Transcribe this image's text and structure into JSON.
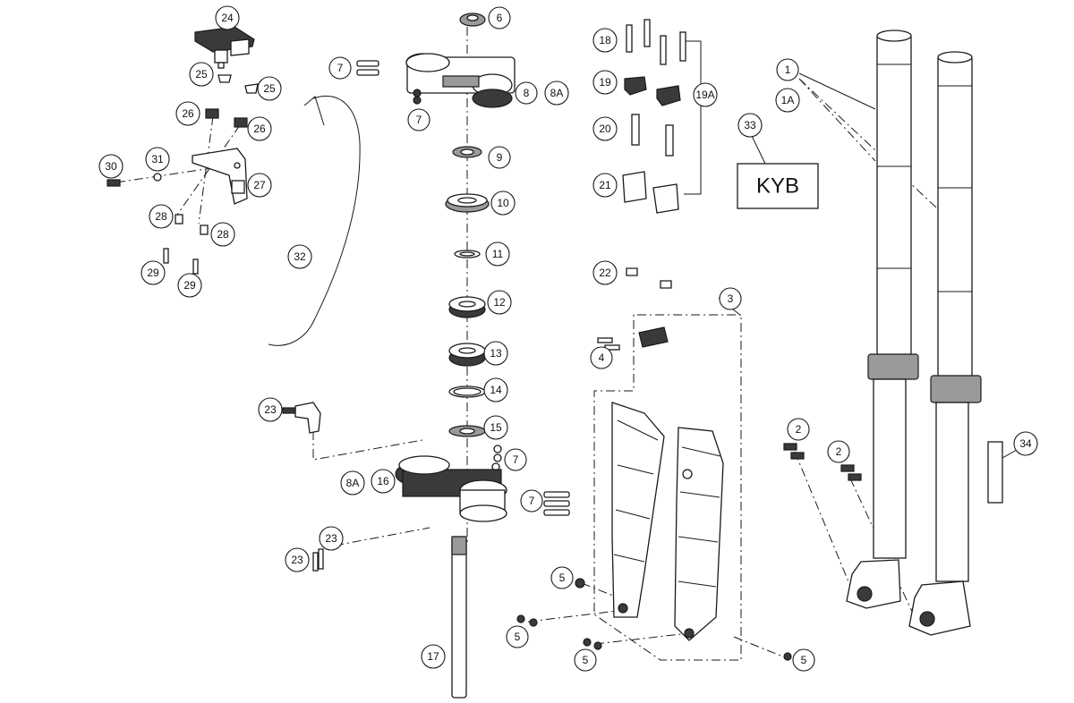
{
  "diagram": {
    "brand_box_label": "KYB",
    "callouts": [
      {
        "id": "c1",
        "label": "1"
      },
      {
        "id": "c1a",
        "label": "1A"
      },
      {
        "id": "c2a",
        "label": "2"
      },
      {
        "id": "c2b",
        "label": "2"
      },
      {
        "id": "c3",
        "label": "3"
      },
      {
        "id": "c4",
        "label": "4"
      },
      {
        "id": "c5a",
        "label": "5"
      },
      {
        "id": "c5b",
        "label": "5"
      },
      {
        "id": "c5c",
        "label": "5"
      },
      {
        "id": "c5d",
        "label": "5"
      },
      {
        "id": "c6",
        "label": "6"
      },
      {
        "id": "c7a",
        "label": "7"
      },
      {
        "id": "c7b",
        "label": "7"
      },
      {
        "id": "c7c",
        "label": "7"
      },
      {
        "id": "c7d",
        "label": "7"
      },
      {
        "id": "c8",
        "label": "8"
      },
      {
        "id": "c8a1",
        "label": "8A"
      },
      {
        "id": "c8a2",
        "label": "8A"
      },
      {
        "id": "c9",
        "label": "9"
      },
      {
        "id": "c10",
        "label": "10"
      },
      {
        "id": "c11",
        "label": "11"
      },
      {
        "id": "c12",
        "label": "12"
      },
      {
        "id": "c13",
        "label": "13"
      },
      {
        "id": "c14",
        "label": "14"
      },
      {
        "id": "c15",
        "label": "15"
      },
      {
        "id": "c16",
        "label": "16"
      },
      {
        "id": "c17",
        "label": "17"
      },
      {
        "id": "c18",
        "label": "18"
      },
      {
        "id": "c19",
        "label": "19"
      },
      {
        "id": "c19a",
        "label": "19A"
      },
      {
        "id": "c20",
        "label": "20"
      },
      {
        "id": "c21",
        "label": "21"
      },
      {
        "id": "c22",
        "label": "22"
      },
      {
        "id": "c23a",
        "label": "23"
      },
      {
        "id": "c23b",
        "label": "23"
      },
      {
        "id": "c23c",
        "label": "23"
      },
      {
        "id": "c24",
        "label": "24"
      },
      {
        "id": "c25a",
        "label": "25"
      },
      {
        "id": "c25b",
        "label": "25"
      },
      {
        "id": "c26a",
        "label": "26"
      },
      {
        "id": "c26b",
        "label": "26"
      },
      {
        "id": "c27",
        "label": "27"
      },
      {
        "id": "c28a",
        "label": "28"
      },
      {
        "id": "c28b",
        "label": "28"
      },
      {
        "id": "c29a",
        "label": "29"
      },
      {
        "id": "c29b",
        "label": "29"
      },
      {
        "id": "c30",
        "label": "30"
      },
      {
        "id": "c31",
        "label": "31"
      },
      {
        "id": "c32",
        "label": "32"
      },
      {
        "id": "c33",
        "label": "33"
      },
      {
        "id": "c34",
        "label": "34"
      }
    ]
  }
}
